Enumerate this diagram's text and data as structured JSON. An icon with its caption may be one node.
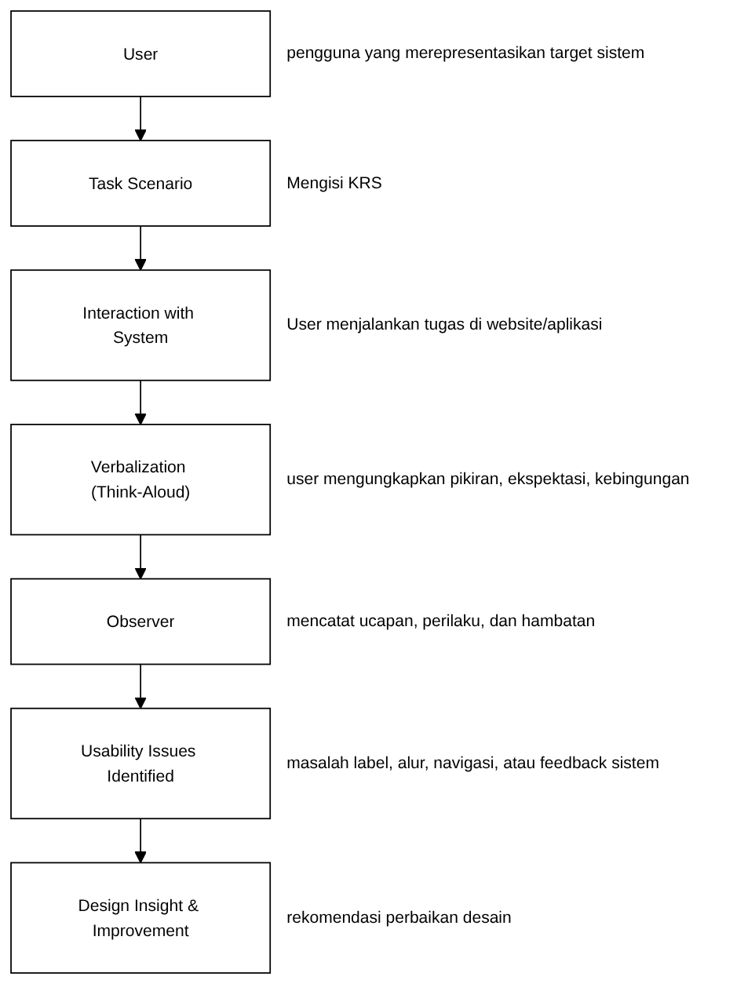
{
  "diagram": {
    "nodes": [
      {
        "text": [
          "User"
        ],
        "beside": [
          "pengguna yang merepresentasikan target sistem"
        ]
      },
      {
        "text": [
          "Task Scenario"
        ],
        "beside": [
          "Mengisi KRS"
        ]
      },
      {
        "text": [
          "Interaction with System"
        ],
        "beside": [
          "User menjalankan tugas di website/aplikasi"
        ]
      },
      {
        "text": [
          "Verbalization (Think-Aloud)"
        ],
        "beside": [
          "user mengungkapkan pikiran, ekspektasi, kebingungan"
        ]
      },
      {
        "text": [
          "Observer"
        ],
        "beside": [
          "mencatat ucapan, perilaku, dan hambatan"
        ]
      },
      {
        "text": [
          "Usability Issues Identified"
        ],
        "beside": [
          "masalah label, alur, navigasi, atau feedback sistem"
        ]
      },
      {
        "text": [
          "Design Insight & Improvement"
        ],
        "beside": [
          "rekomendasi perbaikan desain"
        ]
      }
    ],
    "edges": [
      {
        "from": 0,
        "to": 1,
        "arrow": "to"
      },
      {
        "from": 1,
        "to": 2,
        "arrow": "to"
      },
      {
        "from": 2,
        "to": 3,
        "arrow": "to"
      },
      {
        "from": 3,
        "to": 4,
        "arrow": "to"
      },
      {
        "from": 4,
        "to": 5,
        "arrow": "to"
      },
      {
        "from": 5,
        "to": 6,
        "arrow": "to"
      }
    ]
  }
}
